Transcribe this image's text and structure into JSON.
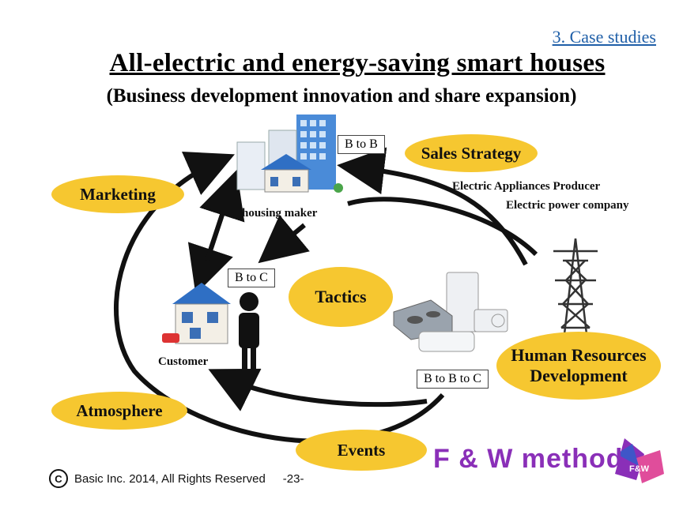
{
  "slide": {
    "section": "3. Case studies",
    "title": "All-electric and energy-saving smart houses",
    "subtitle": "(Business development innovation and share expansion)"
  },
  "ovals": {
    "sales_strategy": "Sales Strategy",
    "marketing": "Marketing",
    "tactics": "Tactics",
    "hr_line1": "Human Resources",
    "hr_line2": "Development",
    "atmosphere": "Atmosphere",
    "events": "Events"
  },
  "boxes": {
    "b2b": "B to B",
    "b2c": "B to C",
    "b2b2c": "B to B to C"
  },
  "labels": {
    "housing_maker": "housing maker",
    "customer": "Customer",
    "appliances_producer": "Electric Appliances Producer",
    "power_company": "Electric power company"
  },
  "footer": {
    "copyright_symbol": "C",
    "text": "Basic Inc. 2014, All Rights Reserved",
    "page": "-23-",
    "brand": "F & W method",
    "logo_text": "F&W"
  },
  "colors": {
    "oval": "#f6c730",
    "brand": "#8a2fb8",
    "section": "#1f5fa8"
  }
}
